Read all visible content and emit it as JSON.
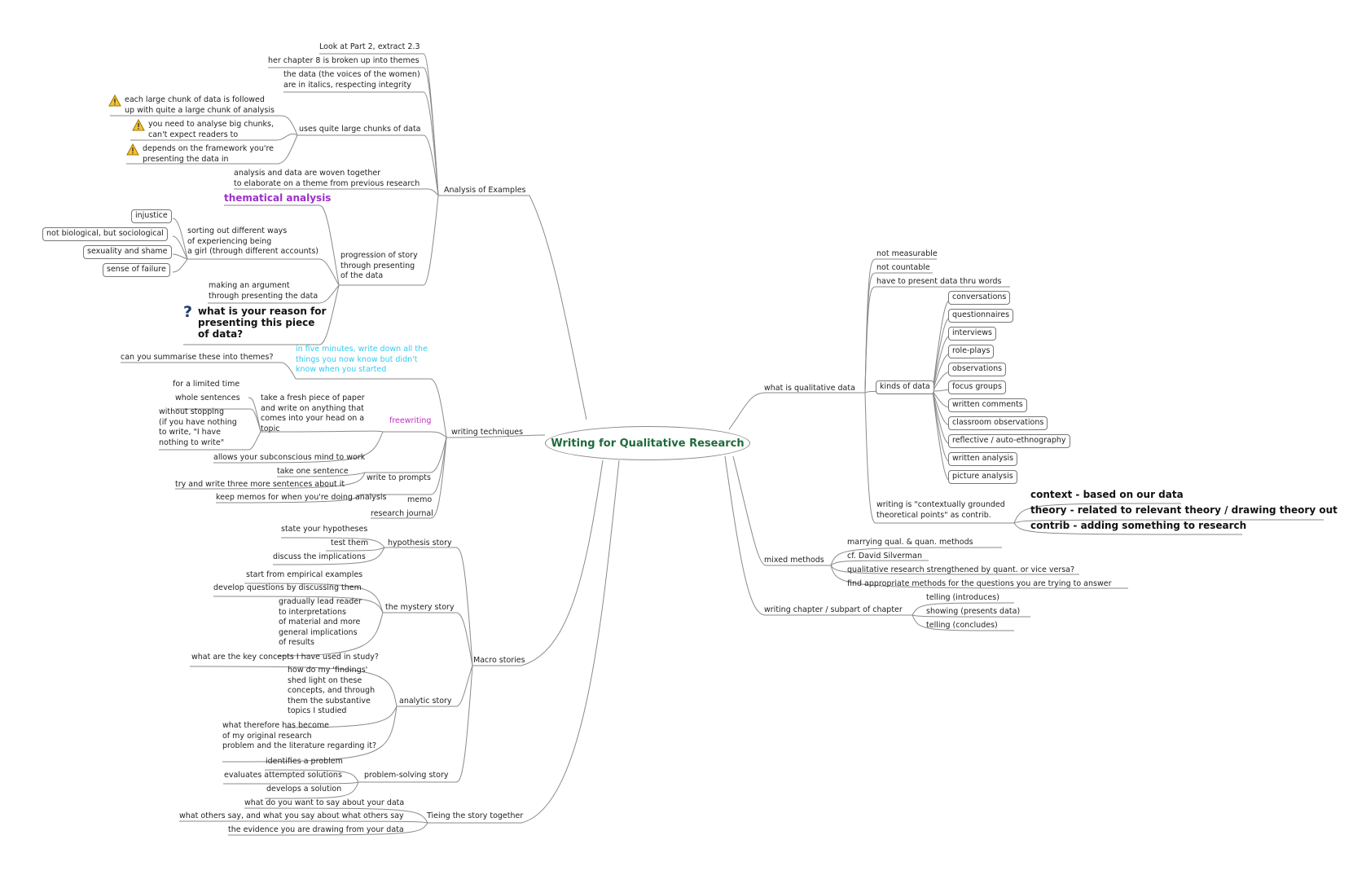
{
  "root": "Writing for  Qualitative Research",
  "branches": {
    "analysis_of_examples": {
      "label": "Analysis of Examples",
      "items": {
        "look_at": "Look at Part 2, extract 2.3",
        "chapter8": "her chapter 8 is broken up into themes",
        "voices": "the data (the voices of the women)\nare in italics, respecting integrity",
        "large_chunks": "uses quite large chunks of data",
        "chunk_followed": "each large chunk of data is followed\nup with quite a large chunk of analysis",
        "analyse_big": "you need to analyse big chunks,\ncan't expect readers to",
        "framework": "depends on the framework you're\npresenting the data in",
        "woven": "analysis and data are woven together\nto elaborate on a theme from previous research",
        "thematical": "thematical analysis",
        "progression": "progression of story\nthrough presenting\nof the data",
        "sorting": "sorting out different ways\nof experiencing being\na girl (through different accounts)",
        "injustice": "injustice",
        "not_biological": "not biological, but sociological",
        "sexuality": "sexuality and shame",
        "failure": "sense of failure",
        "argument": "making an argument\nthrough presenting the data",
        "reason": "what is your reason for\npresenting this piece\nof data?"
      }
    },
    "writing_techniques": {
      "label": "writing techniques",
      "items": {
        "five_minutes": "in five minutes, write down all the\nthings you now know but didn't\nknow when you started",
        "summarise": "can you summarise these into themes?",
        "freewriting": "freewriting",
        "fresh_paper": "take a fresh piece of paper\nand write on anything that\ncomes into your head on a\ntopic",
        "limited_time": "for a limited time",
        "whole_sentences": "whole sentences",
        "without_stopping": "without stopping\n(if you have nothing\nto write, \"I have\nnothing to write\"",
        "subconscious": "allows your subconscious mind to work",
        "prompts": "write to prompts",
        "one_sentence": "take one sentence",
        "three_more": "try and write three more sentences about it",
        "memo": "memo",
        "keep_memos": "keep memos for when you're doing analysis",
        "journal": "research journal"
      }
    },
    "macro_stories": {
      "label": "Macro stories",
      "items": {
        "hypothesis": "hypothesis story",
        "state_hyp": "state your hypotheses",
        "test_them": "test them",
        "discuss_impl": "discuss the implications",
        "mystery": "the mystery story",
        "start_empirical": "start from empirical examples",
        "develop_q": "develop questions by discussing them",
        "gradually": "gradually lead reader\nto interpretations\nof material and more\ngeneral implications\nof results",
        "analytic": "analytic story",
        "key_concepts": "what are the key concepts I have used in study?",
        "findings": "how do my 'findings'\nshed light on these\nconcepts, and through\nthem the substantive\ntopics I studied",
        "therefore": "what therefore has become\nof my original research\nproblem and the literature regarding it?",
        "problem_solving": "problem-solving story",
        "identifies": "identifies a problem",
        "evaluates": "evaluates attempted solutions",
        "develops": "develops a solution"
      }
    },
    "tieing": {
      "label": "Tieing the story together",
      "items": {
        "what_say": "what do you want to say about your data",
        "others_say": "what others say, and what you say about what others say",
        "evidence": "the evidence you are drawing from your data"
      }
    },
    "qualitative_data": {
      "label": "what is qualitative data",
      "items": {
        "not_measurable": "not measurable",
        "not_countable": "not countable",
        "thru_words": "have to present data thru words",
        "kinds": "kinds of data",
        "kinds_list": [
          "conversations",
          "questionnaires",
          "interviews",
          "role-plays",
          "observations",
          "focus groups",
          "written comments",
          "classroom observations",
          "reflective / auto-ethnography",
          "written analysis",
          "picture analysis"
        ],
        "contextually": "writing is \"contextually grounded\ntheoretical points\" as contrib.",
        "context": "context - based on our data",
        "theory": "theory - related to relevant theory / drawing theory out",
        "contrib": "contrib - adding something to research"
      }
    },
    "mixed_methods": {
      "label": "mixed methods",
      "items": {
        "marrying": "marrying qual. & quan. methods",
        "silverman": "cf. David Silverman",
        "strengthened": "qualitative research strengthened by quant. or vice versa?",
        "appropriate": "find appropriate methods for the questions you are trying to answer"
      }
    },
    "writing_chapter": {
      "label": "writing chapter / subpart of chapter",
      "items": {
        "telling_intro": "telling (introduces)",
        "showing": "showing (presents data)",
        "telling_concl": "telling (concludes)"
      }
    }
  }
}
